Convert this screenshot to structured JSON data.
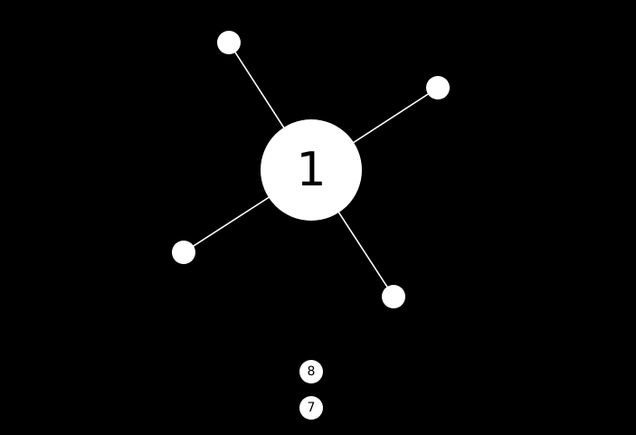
{
  "game": {
    "level": "1",
    "colors": {
      "background": "#000000",
      "foreground": "#ffffff",
      "text": "#000000"
    },
    "attached_pin_count": 4,
    "queue": [
      {
        "label": "8"
      },
      {
        "label": "7"
      }
    ]
  }
}
